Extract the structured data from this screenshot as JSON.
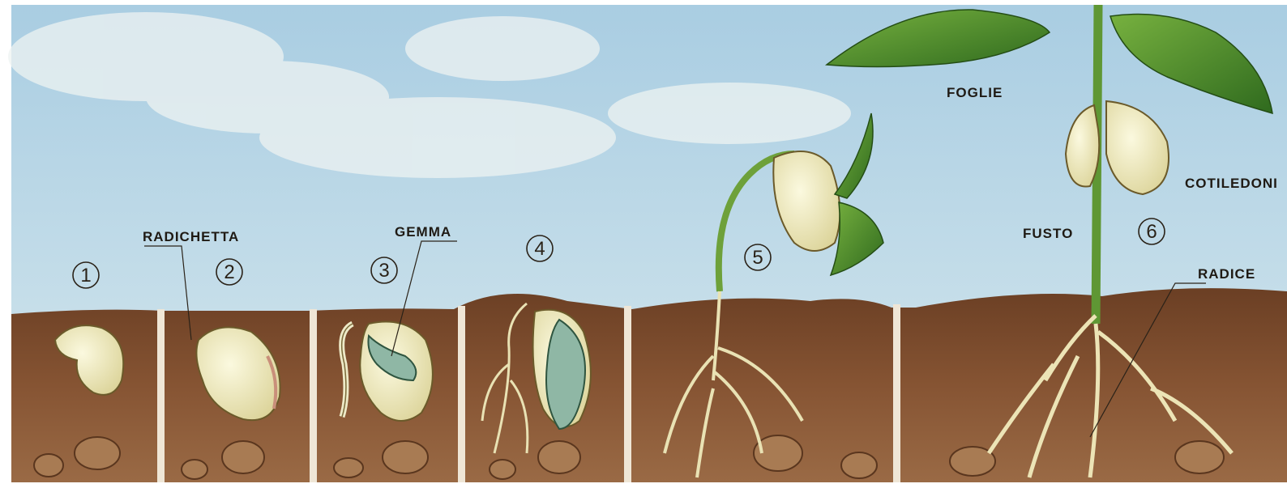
{
  "stages": [
    {
      "number": "1"
    },
    {
      "number": "2"
    },
    {
      "number": "3"
    },
    {
      "number": "4"
    },
    {
      "number": "5"
    },
    {
      "number": "6"
    }
  ],
  "labels": {
    "radichetta": "RADICHETTA",
    "gemma": "GEMMA",
    "foglie": "FOGLIE",
    "cotiledoni": "COTILEDONI",
    "fusto": "FUSTO",
    "radice": "RADICE"
  },
  "colors": {
    "sky": "#bcd7e6",
    "soil": "#7a4a2c",
    "seed": "#f0ecc4",
    "leaf": "#4f8f2a",
    "root": "#e9e2b4"
  }
}
